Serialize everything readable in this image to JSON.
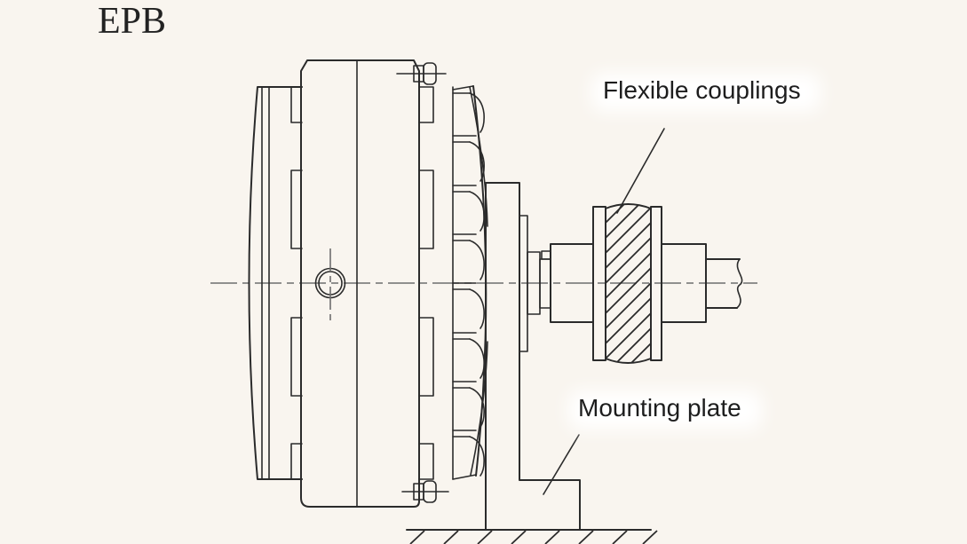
{
  "diagram": {
    "title": "EPB",
    "labels": {
      "flexible_couplings": "Flexible couplings",
      "mounting_plate": "Mounting plate"
    },
    "colors": {
      "background": "#f9f5ef",
      "ink": "#2b2b2b",
      "centerline": "#6e6e6e",
      "label_text": "#1d1d1d"
    }
  }
}
